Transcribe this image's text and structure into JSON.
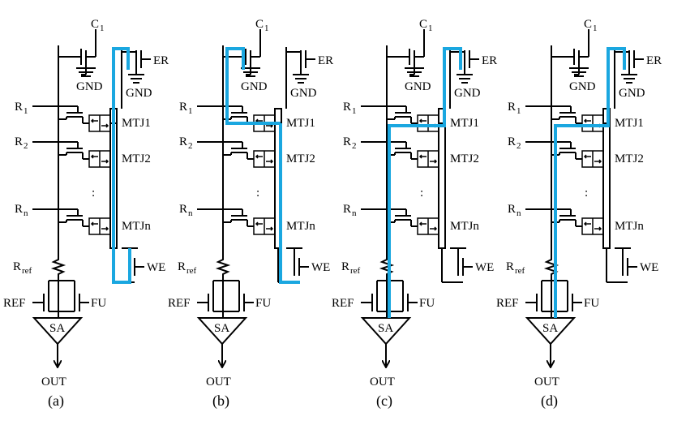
{
  "labels": {
    "c": "C",
    "c_sub": "1",
    "gnd": "GND",
    "er": "ER",
    "r": "R",
    "r1_sub": "1",
    "r2_sub": "2",
    "rn_sub": "n",
    "rref_sub": "ref",
    "mtj1": "MTJ1",
    "mtj2": "MTJ2",
    "mtjn": "MTJn",
    "dots": ":",
    "we": "WE",
    "ref": "REF",
    "fu": "FU",
    "sa": "SA",
    "out": "OUT"
  },
  "panels": [
    {
      "caption": "(a)"
    },
    {
      "caption": "(b)"
    },
    {
      "caption": "(c)"
    },
    {
      "caption": "(d)"
    }
  ],
  "colors": {
    "wire": "#000000",
    "highlight_path": "#1aa7e0"
  }
}
